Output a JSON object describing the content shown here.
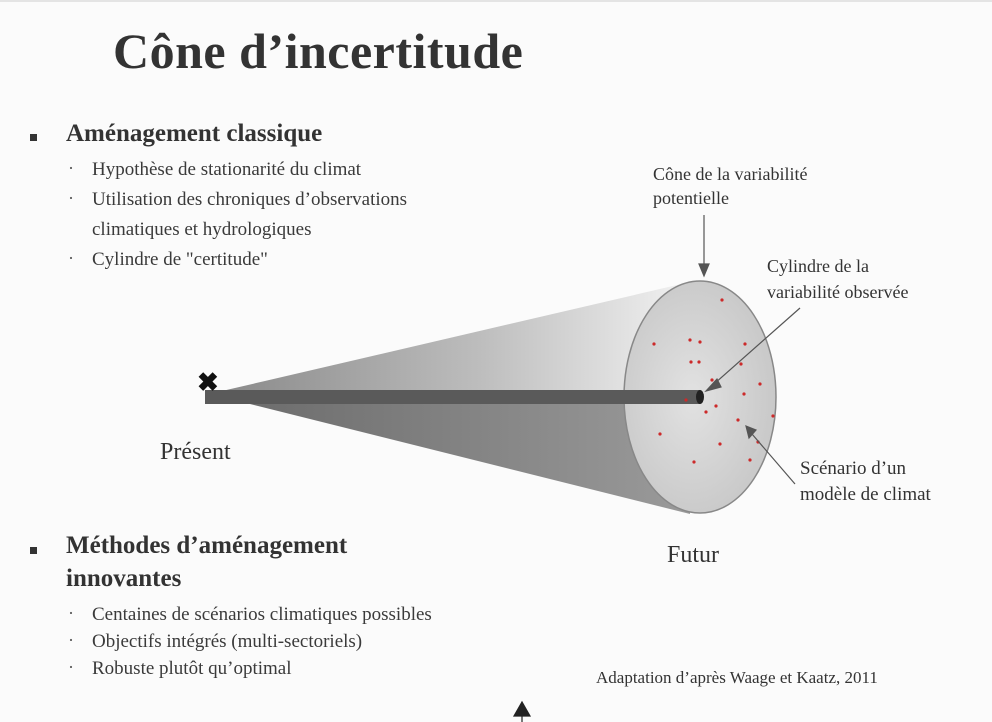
{
  "title": "Cône d’incertitude",
  "section1": {
    "heading": "Aménagement classique",
    "items": [
      "Hypothèse de stationarité du climat",
      "Utilisation des chroniques d’observations",
      "climatiques et hydrologiques",
      "Cylindre de \"certitude\""
    ]
  },
  "section2": {
    "heading_line1": "Méthodes d’aménagement",
    "heading_line2": "innovantes",
    "items": [
      "Centaines de scénarios climatiques possibles",
      "Objectifs intégrés (multi-sectoriels)",
      "Robuste plutôt qu’optimal"
    ]
  },
  "diagram": {
    "cone_label_line1": "Cône de la variabilité",
    "cone_label_line2": "potentielle",
    "cylinder_label_line1": "Cylindre de la",
    "cylinder_label_line2": "variabilité observée",
    "scenario_label_line1": "Scénario d’un",
    "scenario_label_line2": "modèle de climat",
    "present_label": "Présent",
    "future_label": "Futur",
    "start_marker": "✖",
    "colors": {
      "cone_dark": "#7a7a7a",
      "cone_light": "#eeeeee",
      "ellipse": "#d6d6d6",
      "cylinder": "#555555",
      "dots": "#cc2a2a"
    }
  },
  "citation": "Adaptation d’après Waage et Kaatz, 2011"
}
